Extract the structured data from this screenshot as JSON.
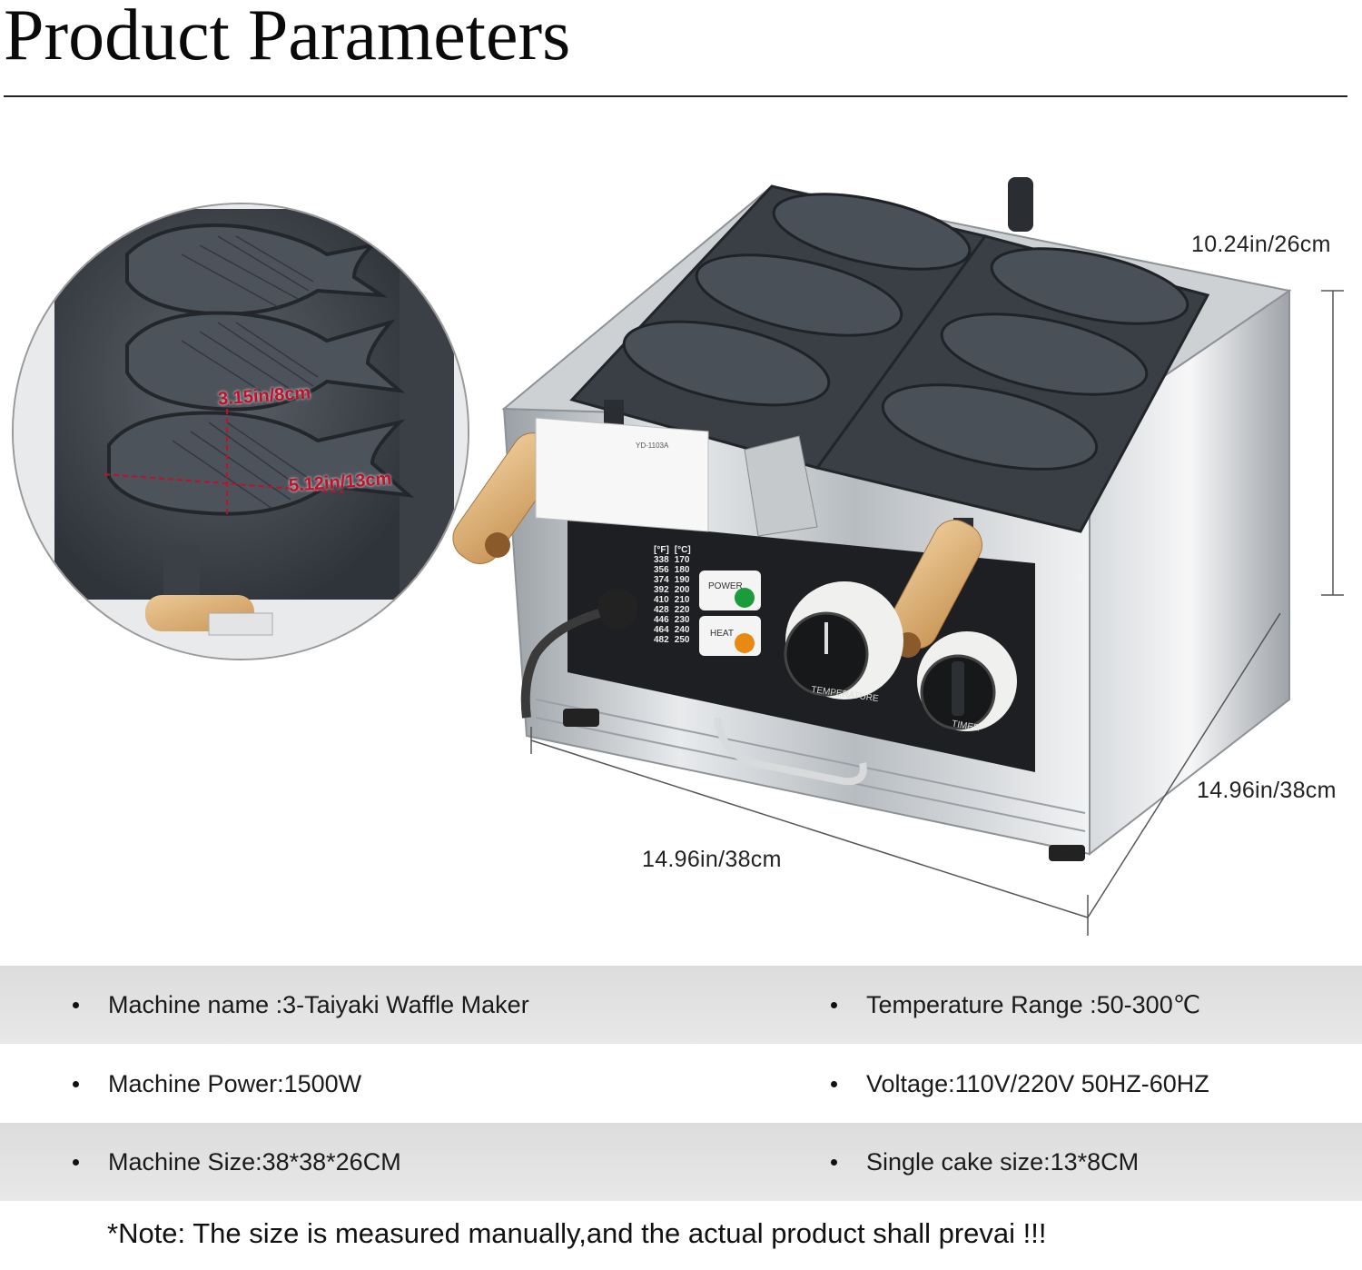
{
  "title": "Product Parameters",
  "dimensions": {
    "height": "10.24in/26cm",
    "depth": "14.96in/38cm",
    "width": "14.96in/38cm",
    "mold_width": "3.15in/8cm",
    "mold_length": "5.12in/13cm"
  },
  "machine_panel": {
    "label_power": "POWER",
    "label_heat": "HEAT",
    "label_temperature": "TEMPERATURE",
    "label_timer": "TIMER",
    "model": "YD-1103A",
    "temp_units": [
      "[°F]",
      "[°C]"
    ],
    "temp_f": [
      "338",
      "356",
      "374",
      "392",
      "410",
      "428",
      "446",
      "464",
      "482"
    ],
    "temp_c": [
      "170",
      "180",
      "190",
      "200",
      "210",
      "220",
      "230",
      "240",
      "250"
    ]
  },
  "specs": [
    {
      "label": "Machine name :3-Taiyaki Waffle Maker"
    },
    {
      "label": "Temperature Range :50-300℃"
    },
    {
      "label": "Machine Power:1500W"
    },
    {
      "label": "Voltage:110V/220V 50HZ-60HZ"
    },
    {
      "label": "Machine Size:38*38*26CM"
    },
    {
      "label": "Single cake size:13*8CM"
    }
  ],
  "note": "*Note: The size is measured manually,and the actual product shall prevai !!!",
  "colors": {
    "accent_red": "#c0102a",
    "row_gray": "#e0e0e0",
    "steel": "#cfd3d6",
    "cast_iron": "#3a3f46",
    "wood": "#d9b07a"
  }
}
